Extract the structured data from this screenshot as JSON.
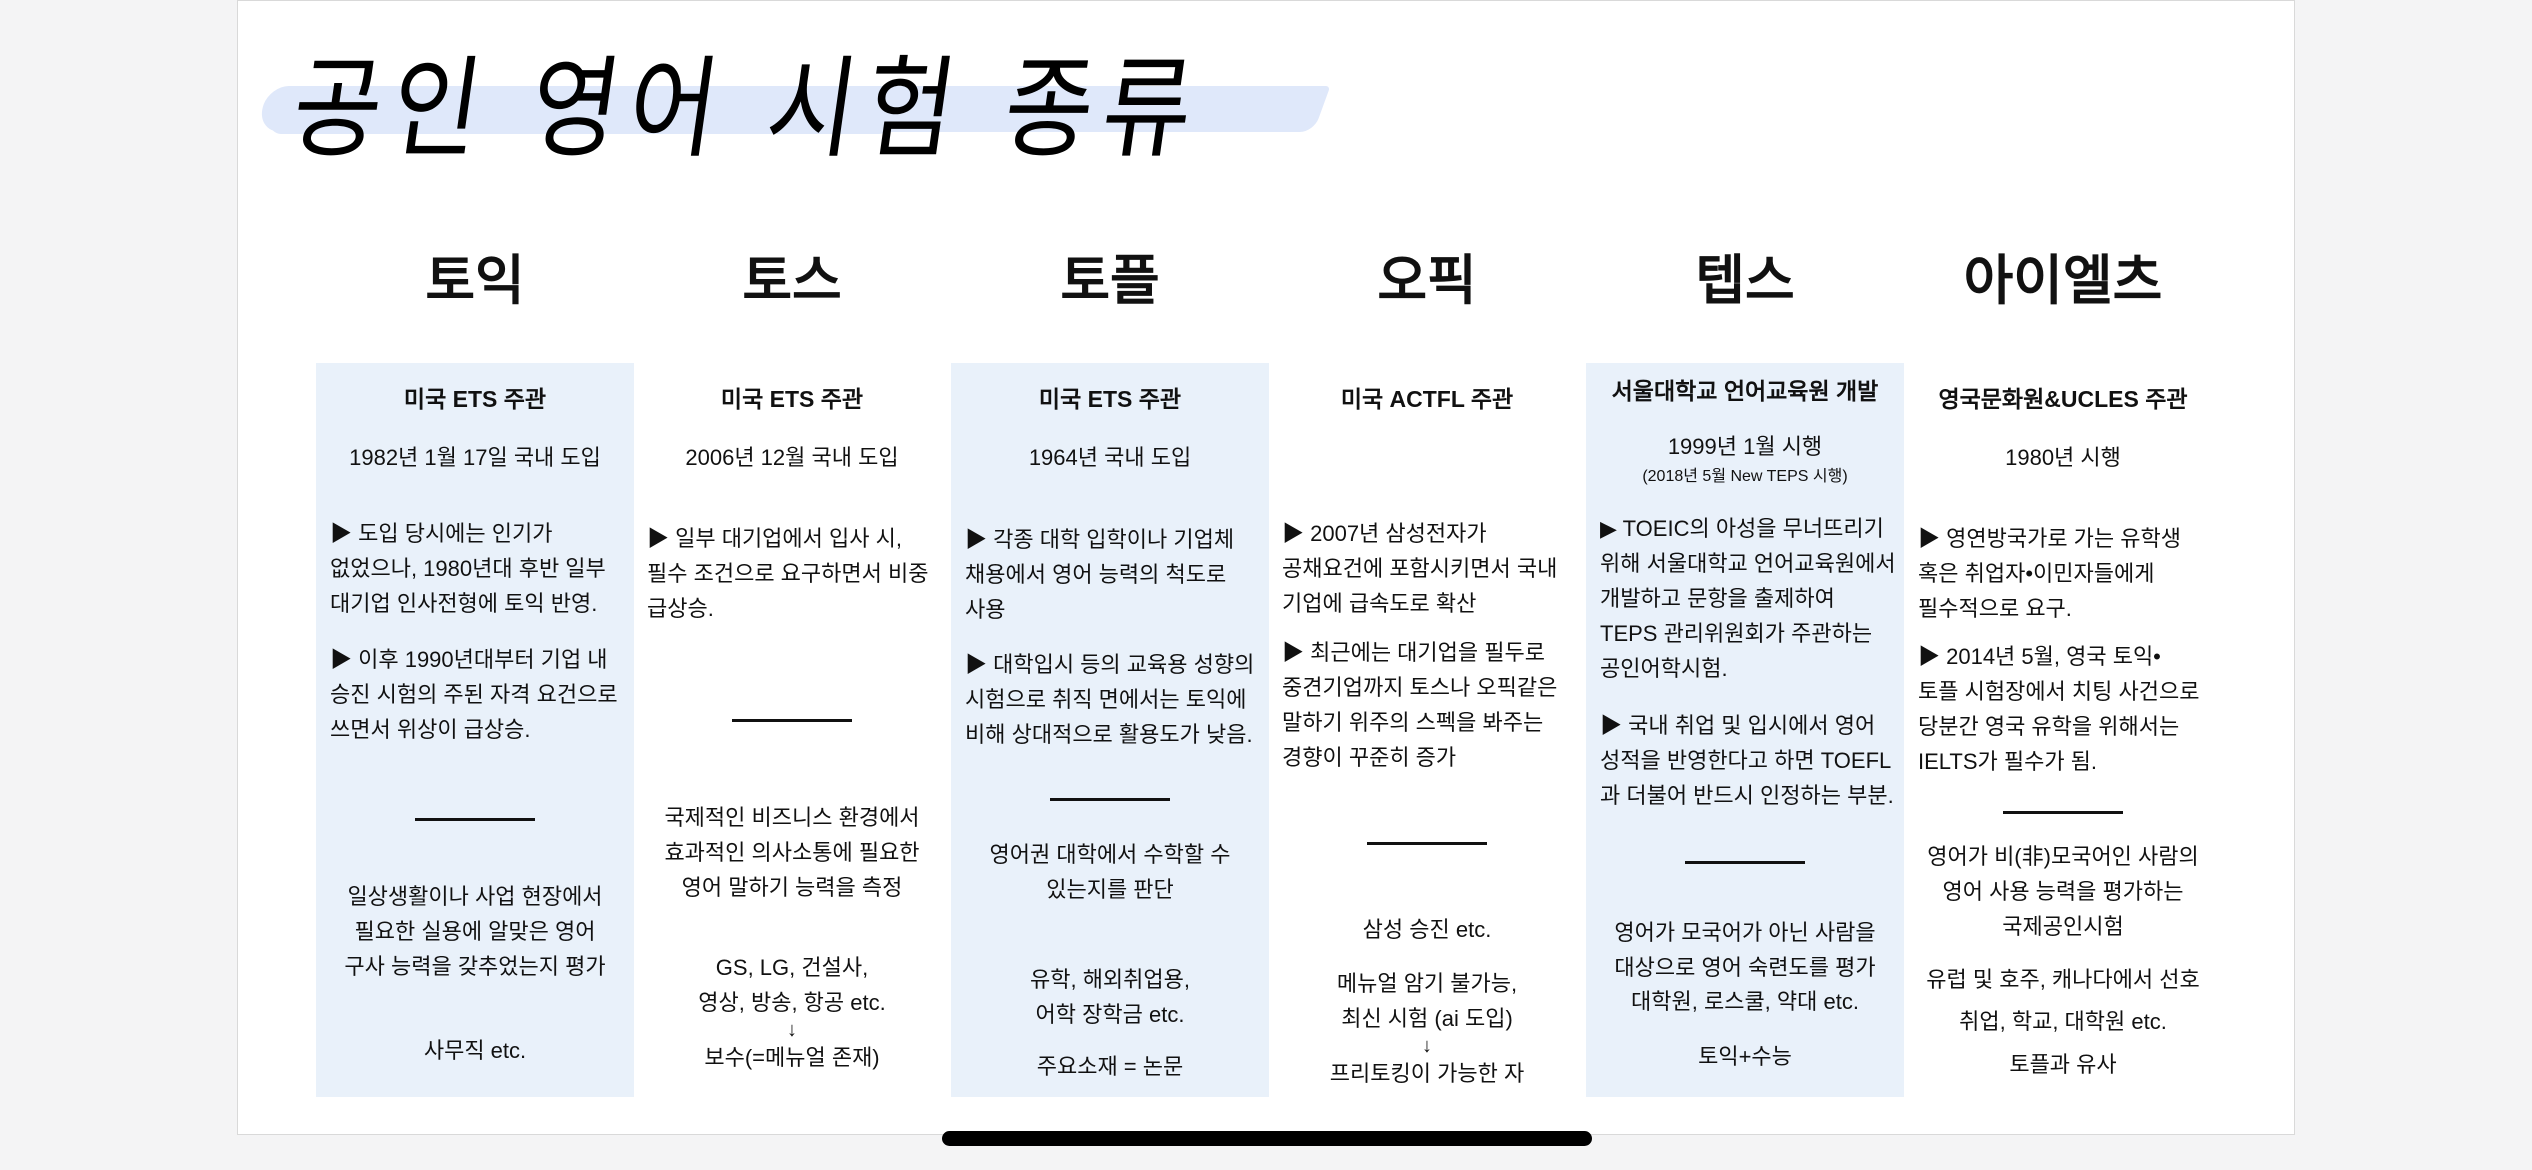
{
  "title": "공인 영어 시험 종류",
  "colors": {
    "column_shade": "#e9f1fa",
    "title_brush": "#dfe8fa"
  },
  "columns": [
    {
      "name": "토익",
      "organizer": "미국 ETS 주관",
      "date": "1982년 1월 17일 국내 도입",
      "bullets": [
        [
          "▶ 도입 당시에는 인기가",
          "없었으나, 1980년대 후반 일부",
          "대기업 인사전형에 토익 반영."
        ],
        [
          "▶ 이후 1990년대부터 기업 내",
          "승진 시험의 주된 자격 요건으로",
          "쓰면서 위상이 급상승."
        ]
      ],
      "description": [
        "일상생활이나 사업 현장에서",
        "필요한 실용에 알맞은 영어",
        "구사 능력을 갖추었는지 평가"
      ],
      "notes": [
        [
          "사무직 etc."
        ]
      ]
    },
    {
      "name": "토스",
      "organizer": "미국 ETS 주관",
      "date": "2006년 12월 국내 도입",
      "bullets": [
        [
          "▶ 일부 대기업에서 입사 시,",
          "필수 조건으로 요구하면서 비중",
          "급상승."
        ]
      ],
      "description": [
        "국제적인 비즈니스 환경에서",
        "효과적인 의사소통에 필요한",
        "영어 말하기 능력을 측정"
      ],
      "notes": [
        [
          "GS, LG, 건설사,",
          "영상, 방송, 항공 etc.",
          "↓",
          "보수(=메뉴얼 존재)"
        ]
      ]
    },
    {
      "name": "토플",
      "organizer": "미국 ETS 주관",
      "date": "1964년 국내 도입",
      "bullets": [
        [
          "▶ 각종 대학 입학이나 기업체",
          "채용에서 영어 능력의 척도로",
          "사용"
        ],
        [
          "▶ 대학입시 등의 교육용 성향의",
          "시험으로 취직 면에서는 토익에",
          "비해 상대적으로 활용도가 낮음."
        ]
      ],
      "description": [
        "영어권 대학에서 수학할 수",
        "있는지를 판단"
      ],
      "notes": [
        [
          "유학, 해외취업용,",
          "어학 장학금 etc."
        ],
        [
          "주요소재 = 논문"
        ]
      ]
    },
    {
      "name": "오픽",
      "organizer": "미국 ACTFL 주관",
      "date": "",
      "bullets": [
        [
          "▶ 2007년 삼성전자가",
          "공채요건에 포함시키면서 국내",
          "기업에 급속도로 확산"
        ],
        [
          "▶ 최근에는 대기업을 필두로",
          "중견기업까지 토스나 오픽같은",
          "말하기 위주의 스펙을 봐주는",
          "경향이 꾸준히 증가"
        ]
      ],
      "description": [
        "삼성 승진 etc."
      ],
      "notes": [
        [
          "메뉴얼 암기 불가능,",
          "최신 시험 (ai 도입)",
          "↓",
          "프리토킹이 가능한 자"
        ]
      ]
    },
    {
      "name": "텝스",
      "organizer": "서울대학교 언어교육원 개발",
      "date": "1999년 1월 시행",
      "date_sub": "(2018년 5월 New TEPS 시행)",
      "bullets": [
        [
          "▶ TOEIC의 아성을 무너뜨리기",
          "위해 서울대학교 언어교육원에서",
          "개발하고 문항을 출제하여",
          "TEPS 관리위원회가 주관하는",
          "공인어학시험."
        ],
        [
          "▶ 국내 취업 및 입시에서 영어",
          "성적을 반영한다고 하면 TOEFL",
          "과 더불어 반드시 인정하는 부분."
        ]
      ],
      "description": [
        "영어가 모국어가 아닌 사람을",
        "대상으로 영어 숙련도를 평가"
      ],
      "notes": [
        [
          "대학원, 로스쿨, 약대 etc."
        ],
        [
          "토익+수능"
        ]
      ]
    },
    {
      "name": "아이엘츠",
      "organizer": "영국문화원&UCLES 주관",
      "date": "1980년 시행",
      "bullets": [
        [
          "▶  영연방국가로 가는 유학생",
          "혹은 취업자•이민자들에게",
          "필수적으로 요구."
        ],
        [
          "▶  2014년 5월, 영국 토익•",
          "토플 시험장에서 치팅 사건으로",
          "당분간 영국 유학을 위해서는",
          "IELTS가 필수가 됨."
        ]
      ],
      "description": [
        "영어가 비(非)모국어인 사람의",
        "영어 사용 능력을 평가하는",
        "국제공인시험"
      ],
      "notes": [
        [
          "유럽 및 호주, 캐나다에서 선호"
        ],
        [
          "취업, 학교, 대학원 etc."
        ],
        [
          "토플과 유사"
        ]
      ]
    }
  ]
}
